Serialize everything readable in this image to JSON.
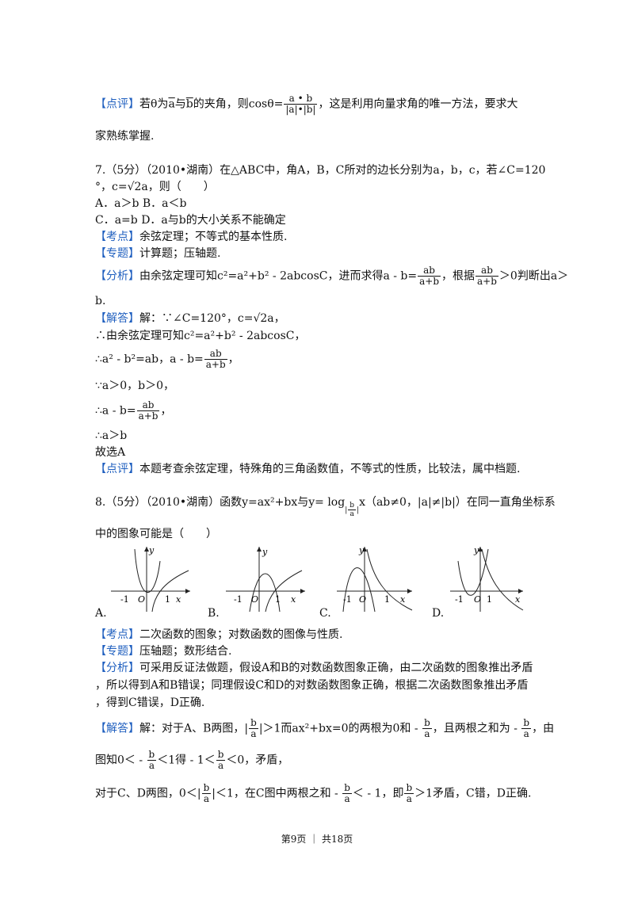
{
  "p1": {
    "tag": "【点评】",
    "a": "若θ为",
    "b": "a",
    "c": "与",
    "d": "b",
    "e": "的夹角，则cosθ=",
    "num": "a • b",
    "den": "|a|•|b|",
    "f": "，这是利用向量求角的唯一方法，要求大"
  },
  "p1b": "家熟练掌握.",
  "q7": {
    "l1": "7.（5分）（2010•湖南）在△ABC中，角A，B，C所对的边长分别为a，b，c，若∠C=120",
    "l2": "°，c=√2a，则（　　）",
    "optA": "A．a＞b B．a＜b",
    "optC": "C．a=b  D．a与b的大小关系不能确定",
    "kd_tag": "【考点】",
    "kd": "余弦定理；不等式的基本性质.",
    "zt_tag": "【专题】",
    "zt": "计算题；压轴题.",
    "fx_tag": "【分析】",
    "fx1": "由余弦定理可知c²=a²+b² - 2abcosC，进而求得a - b=",
    "fx_num": "ab",
    "fx_den": "a+b",
    "fx2": "，根据",
    "fx3": "＞0判断出a＞",
    "fx_end": "b.",
    "jd_tag": "【解答】",
    "jd1": "解：∵∠C=120°，c=√2a，",
    "jd2": "∴由余弦定理可知c²=a²+b² - 2abcosC，",
    "jd3": "∴a² - b²=ab，a - b=",
    "jd4": "∵a＞0，b＞0，",
    "jd5": "∴a - b=",
    "jd6": "∴a＞b",
    "jd7": "故选A",
    "dp_tag": "【点评】",
    "dp": "本题考查余弦定理，特殊角的三角函数值，不等式的性质，比较法，属中档题."
  },
  "q8": {
    "l1a": "8.（5分）（2010•湖南）函数y=ax²+bx与y= log",
    "l1_base_num": "b",
    "l1_base_den": "a",
    "l1b": "x（ab≠0，|a|≠|b|）在同一直角坐标系",
    "l2": "中的图象可能是（　　）",
    "labels": [
      "A.",
      "B.",
      "C.",
      "D."
    ],
    "axis_y": "y",
    "axis_x": "x",
    "tick_neg": "-1",
    "tick_o": "O",
    "tick_pos": "1",
    "kd_tag": "【考点】",
    "kd": "二次函数的图象；对数函数的图像与性质.",
    "zt_tag": "【专题】",
    "zt": "压轴题；数形结合.",
    "fx_tag": "【分析】",
    "fx1": "可采用反证法做题，假设A和B的对数函数图象正确，由二次函数的图象推出矛盾",
    "fx2": "，所以得到A和B错误；同理假设C和D的对数函数图象正确，根据二次函数图象推出矛盾",
    "fx3": "，得到C错误，D正确.",
    "jd_tag": "【解答】",
    "jd1a": "解：对于A、B两图，|",
    "jd1b": "|＞1而ax²+bx=0的两根为0和 - ",
    "jd1c": "，且两根之和为 - ",
    "jd1d": "，由",
    "jd2a": "图知0＜ - ",
    "jd2b": "＜1得 - 1＜",
    "jd2c": "＜0，矛盾，",
    "jd3a": "对于C、D两图，0＜|",
    "jd3b": "|＜1，在C图中两根之和 - ",
    "jd3c": "＜ - 1，即",
    "jd3d": "＞1矛盾，C错，D正确.",
    "frac_b": "b",
    "frac_a": "a"
  },
  "footer": "第9页 ｜ 共18页"
}
